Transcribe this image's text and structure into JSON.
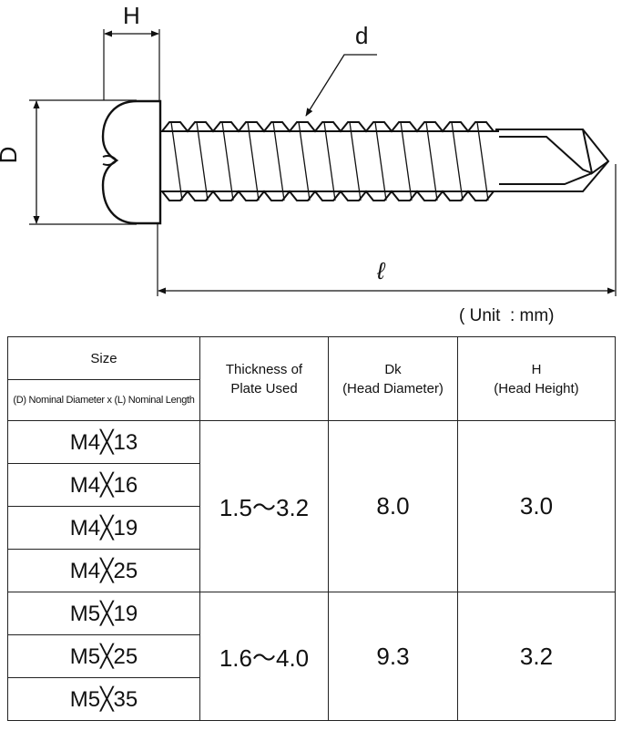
{
  "diagram": {
    "label_H": "H",
    "label_D": "D",
    "label_d": "d",
    "label_l": "ℓ"
  },
  "unit_note": "( Unit  : mm)",
  "table": {
    "headers": {
      "size": "Size",
      "size_sub": "(D) Nominal Diameter x (L) Nominal Length",
      "thickness": [
        "Thickness of",
        "Plate Used"
      ],
      "dk": [
        "Dk",
        "(Head Diameter)"
      ],
      "h": [
        "H",
        "(Head Height)"
      ]
    },
    "groups": [
      {
        "sizes": [
          "M4╳13",
          "M4╳16",
          "M4╳19",
          "M4╳25"
        ],
        "thickness": "1.5～3.2",
        "dk": "8.0",
        "h": "3.0"
      },
      {
        "sizes": [
          "M5╳19",
          "M5╳25",
          "M5╳35"
        ],
        "thickness": "1.6～4.0",
        "dk": "9.3",
        "h": "3.2"
      }
    ]
  }
}
